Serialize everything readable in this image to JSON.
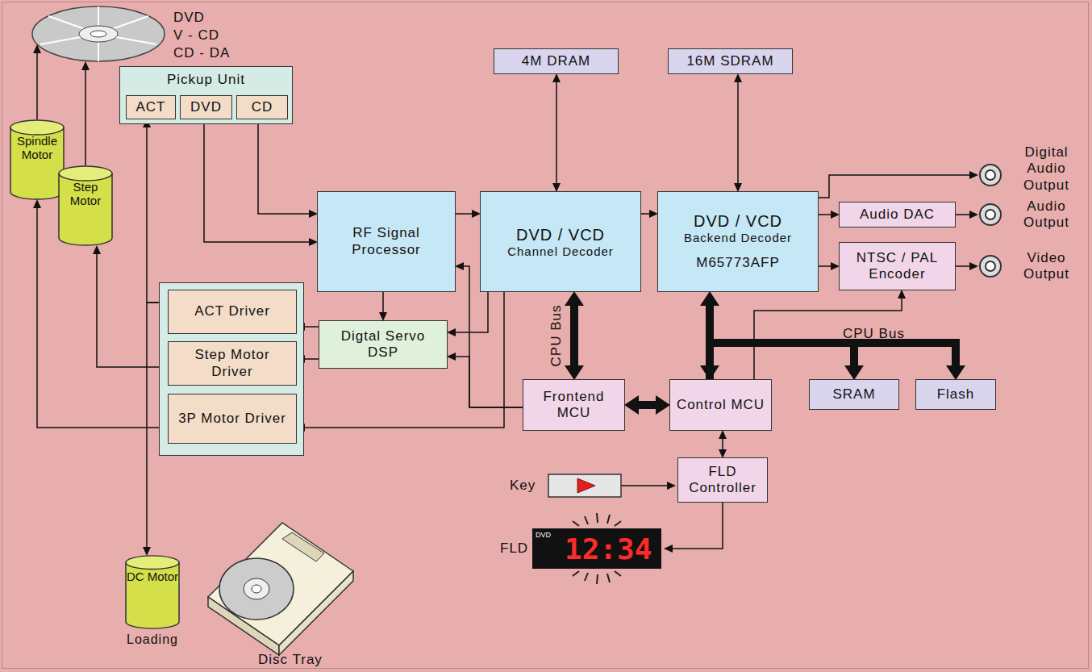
{
  "diagram": {
    "nodes": [
      {
        "text": [
          "Pickup Unit"
        ]
      },
      {
        "text": [
          "ACT"
        ],
        "in": 0
      },
      {
        "text": [
          "DVD"
        ],
        "in": 0
      },
      {
        "text": [
          "CD"
        ],
        "in": 0
      },
      {
        "text": [
          "4M DRAM"
        ]
      },
      {
        "text": [
          "16M SDRAM"
        ]
      },
      {
        "text": [
          "RF Signal Processor"
        ]
      },
      {
        "text": [
          "DVD / VCD",
          "Channel Decoder"
        ]
      },
      {
        "text": [
          "DVD / VCD",
          "Backend Decoder",
          "M65773AFP"
        ]
      },
      {
        "text": [
          "Audio DAC"
        ]
      },
      {
        "text": [
          "NTSC / PAL Encoder"
        ]
      },
      {
        "text": [
          "Spindle Motor"
        ]
      },
      {
        "text": [
          "Step Motor"
        ]
      },
      {
        "text": []
      },
      {
        "text": [
          "ACT Driver"
        ],
        "in": 13
      },
      {
        "text": [
          "Step Motor Driver"
        ],
        "in": 13
      },
      {
        "text": [
          "3P Motor Driver"
        ],
        "in": 13
      },
      {
        "text": [
          "Digtal Servo DSP"
        ]
      },
      {
        "text": [
          "Frontend MCU"
        ]
      },
      {
        "text": [
          "Control MCU"
        ]
      },
      {
        "text": [
          "SRAM"
        ]
      },
      {
        "text": [
          "Flash"
        ]
      },
      {
        "text": [
          "FLD Controller"
        ]
      },
      {
        "text": [
          "DC Motor",
          "Loading"
        ]
      }
    ],
    "edges": [
      {
        "from": 3,
        "to": 6,
        "arrow": "to"
      },
      {
        "from": 2,
        "to": 6,
        "arrow": "to"
      },
      {
        "from": 6,
        "to": 7,
        "arrow": "to"
      },
      {
        "from": 18,
        "to": 6,
        "arrow": "to"
      },
      {
        "from": 6,
        "to": 17,
        "arrow": "to"
      },
      {
        "from": 7,
        "to": 17,
        "arrow": "to"
      },
      {
        "from": 18,
        "to": 17,
        "arrow": "to"
      },
      {
        "from": 7,
        "to": 16,
        "arrow": "to"
      },
      {
        "from": 17,
        "to": 14,
        "arrow": "to"
      },
      {
        "from": 17,
        "to": 15,
        "arrow": "to"
      },
      {
        "from": 14,
        "to": 1,
        "arrow": "to"
      },
      {
        "from": 15,
        "to": 12,
        "arrow": "to"
      },
      {
        "from": 16,
        "to": 11,
        "arrow": "to"
      },
      {
        "from": 14,
        "to": 23,
        "arrow": "to"
      },
      {
        "from": 4,
        "to": 7,
        "arrow": "both"
      },
      {
        "from": 5,
        "to": 8,
        "arrow": "both"
      },
      {
        "from": 7,
        "to": 8,
        "arrow": "to"
      },
      {
        "from": 8,
        "to": 9,
        "arrow": "to"
      },
      {
        "from": 8,
        "to": 10,
        "arrow": "to"
      },
      {
        "from": 7,
        "to": 18,
        "label": "CPU Bus",
        "arrow": "both"
      },
      {
        "from": 18,
        "to": 19,
        "arrow": "both"
      },
      {
        "from": 19,
        "to": 8,
        "arrow": "both"
      },
      {
        "from": 19,
        "to": 20,
        "label": "CPU Bus",
        "arrow": "to"
      },
      {
        "from": 19,
        "to": 21,
        "arrow": "to"
      },
      {
        "from": 19,
        "to": 10,
        "arrow": "to"
      },
      {
        "from": 19,
        "to": 22,
        "arrow": "both"
      }
    ],
    "labels": [
      "DVD",
      "V - CD",
      "CD - DA",
      "Digital Audio Output",
      "Audio Output",
      "Video Output",
      "Key",
      "FLD",
      "DVD",
      "12:34",
      "Disc Tray"
    ]
  }
}
